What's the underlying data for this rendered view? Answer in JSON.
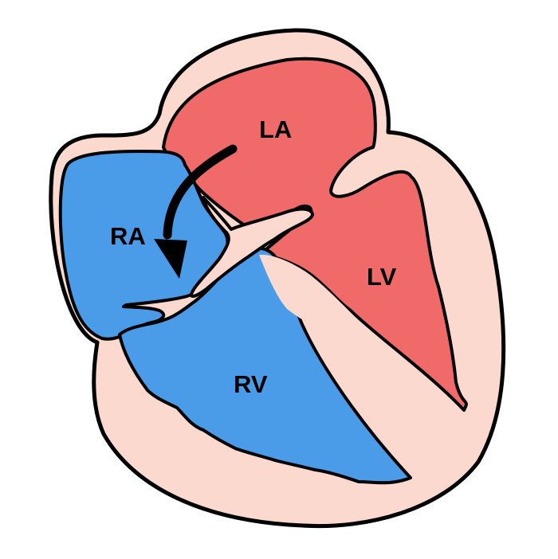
{
  "diagram": {
    "labels": {
      "la": "LA",
      "ra": "RA",
      "lv": "LV",
      "rv": "RV"
    },
    "colors": {
      "wall": "#fbd9cf",
      "left_chambers": "#f06a6a",
      "right_chambers": "#4a9be8",
      "outline": "#000000",
      "arrow": "#000000"
    },
    "flow_arrow": {
      "from": "LA",
      "to": "RA"
    }
  }
}
